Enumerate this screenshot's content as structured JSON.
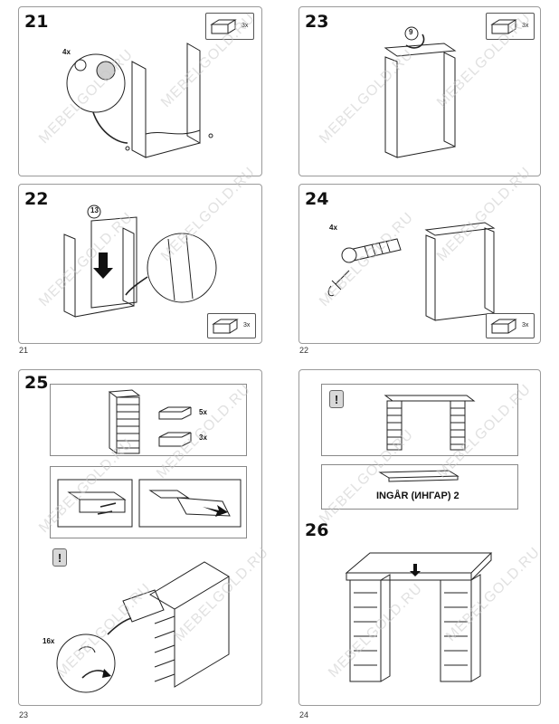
{
  "steps": {
    "s21": {
      "number": "21",
      "quantity": "4x",
      "qty_box": "3x"
    },
    "s22": {
      "number": "22",
      "part_id": "13",
      "qty_box": "3x"
    },
    "s23": {
      "number": "23",
      "part_id": "9",
      "qty_box": "3x"
    },
    "s24": {
      "number": "24",
      "quantity": "4x",
      "qty_box": "3x"
    },
    "s25": {
      "number": "25",
      "drawers_five": "5x",
      "drawers_three": "3x",
      "caution": "!",
      "quantity": "16x"
    },
    "s26": {
      "number": "26",
      "caution": "!",
      "product_name": "INGÅR (ИНГАР) 2"
    }
  },
  "page_numbers": [
    "21",
    "22",
    "23",
    "24"
  ],
  "watermark": "MEBELGOLD.RU",
  "icons": [
    "drawer-icon",
    "screw-icon",
    "hammer-icon",
    "arrow-down-icon",
    "caution-icon",
    "rotate-arrow-icon",
    "magnifier-icon"
  ]
}
